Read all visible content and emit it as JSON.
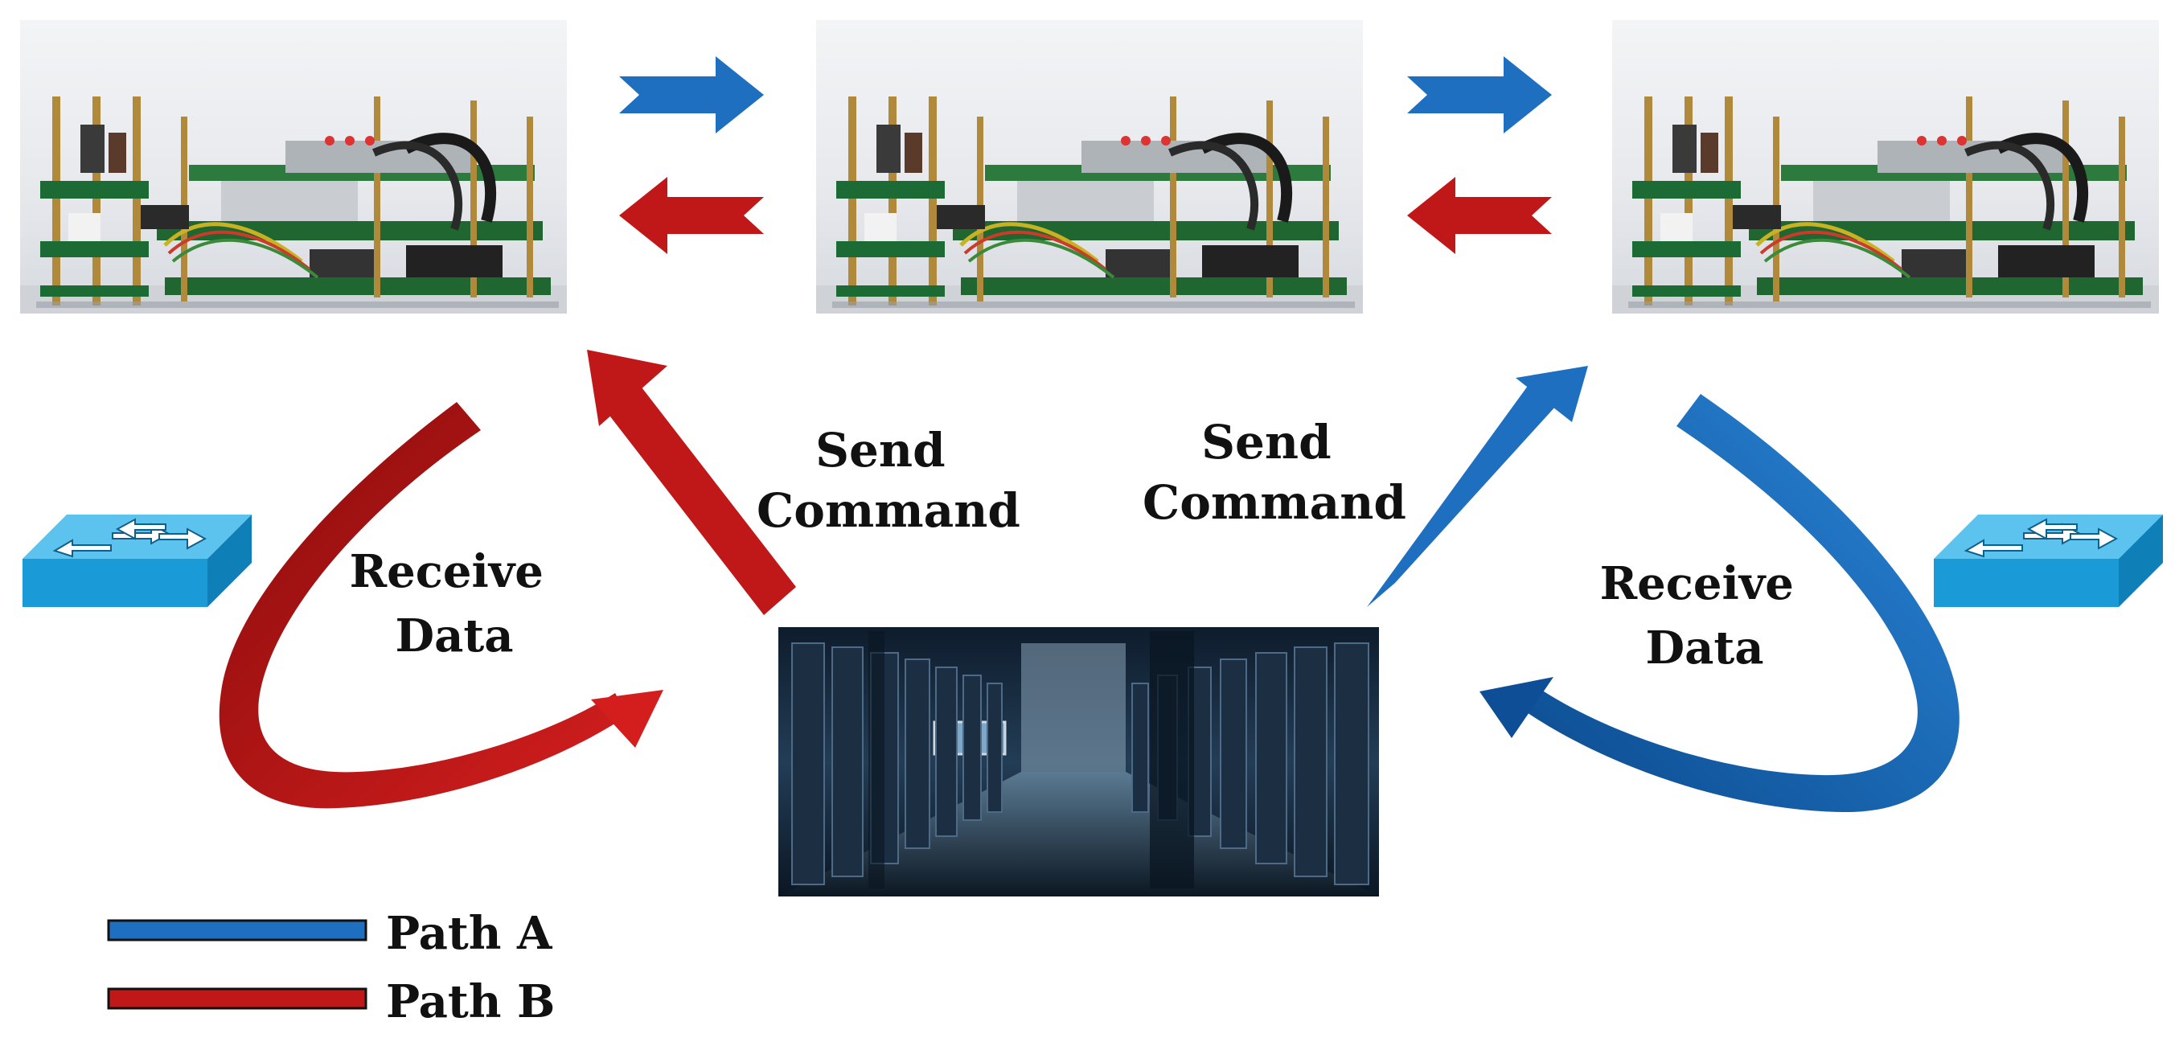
{
  "labels": {
    "send_command_left": [
      "Send",
      "Command"
    ],
    "send_command_right": [
      "Send",
      "Command"
    ],
    "receive_data_left": [
      "Receive",
      "Data"
    ],
    "receive_data_right": [
      "Receive",
      "Data"
    ]
  },
  "legend": [
    {
      "label": "Path A",
      "color": "#1f6fc0"
    },
    {
      "label": "Path B",
      "color": "#c01818"
    }
  ],
  "colors": {
    "path_a": "#1f6fc0",
    "path_a_dark": "#0d4e96",
    "path_b": "#c01818",
    "path_b_dark": "#8c0f0f",
    "switch_top": "#4ab8e6",
    "switch_side": "#1790c8"
  },
  "icons": {
    "boards": [
      "embedded-board-stack-photo",
      "embedded-board-stack-photo",
      "embedded-board-stack-photo"
    ],
    "switches": [
      "network-switch-icon",
      "network-switch-icon"
    ],
    "server": "server-room-photo"
  }
}
